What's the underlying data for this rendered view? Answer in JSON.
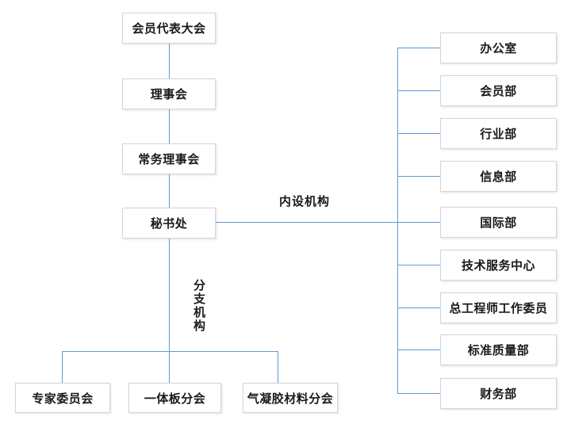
{
  "diagram": {
    "type": "org-chart",
    "root_chain": [
      "会员代表大会",
      "理事会",
      "常务理事会",
      "秘书处"
    ],
    "internal_label": "内设机构",
    "internal_departments": [
      "办公室",
      "会员部",
      "行业部",
      "信息部",
      "国际部",
      "技术服务中心",
      "总工程师工作委员",
      "标准质量部",
      "财务部"
    ],
    "branch_label": "分支机构",
    "branches": [
      "专家委员会",
      "一体板分会",
      "气凝胶材料分会"
    ]
  },
  "colors": {
    "connector": "#5B9BD5",
    "box_border": "#D6D6D6",
    "box_background": "#FFFFFF",
    "text": "#1A1A1A",
    "background": "#FFFFFF"
  }
}
